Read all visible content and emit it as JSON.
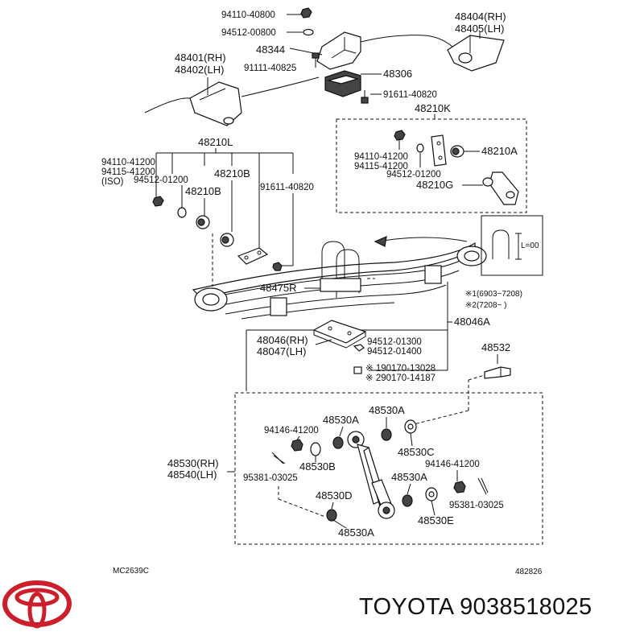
{
  "labels": {
    "p94110_40800": "94110-40800",
    "p94512_00800": "94512-00800",
    "p48404": "48404(RH)",
    "p48405": "48405(LH)",
    "p48344": "48344",
    "p48401": "48401(RH)",
    "p48402": "48402(LH)",
    "p91111_40825": "91111-40825",
    "p48306": "48306",
    "p91611_40820_top": "91611-40820",
    "p48210K": "48210K",
    "p94110_41200_k": "94110-41200",
    "p94115_41200_k": "94115-41200",
    "p48210A": "48210A",
    "p94512_01200_k": "94512-01200",
    "p48210G": "48210G",
    "p48210L": "48210L",
    "p94110_41200_l": "94110-41200",
    "p94115_41200_l": "94115-41200",
    "iso": "(ISO)",
    "p94512_01200_l": "94512-01200",
    "p48210B_1": "48210B",
    "p48210B_2": "48210B",
    "p91611_40820_l": "91611-40820",
    "l00": "L=00",
    "p48475R": "48475R",
    "note1": "※1(6903−7208)",
    "note2": "※2(7208−      )",
    "p48046A": "48046A",
    "p48046": "48046(RH)",
    "p48047": "48047(LH)",
    "p94512_01300": "94512-01300",
    "p94512_01400": "94512-01400",
    "p48532": "48532",
    "p190170": "※ 190170-13028",
    "p290170": "※ 290170-14187",
    "p48530A_1": "48530A",
    "p48530A_2": "48530A",
    "p94146_41200_1": "94146-41200",
    "p48530C": "48530C",
    "p48530B": "48530B",
    "p48530": "48530(RH)",
    "p48540": "48540(LH)",
    "p95381_03025_1": "95381-03025",
    "p48530A_3": "48530A",
    "p94146_41200_2": "94146-41200",
    "p48530D": "48530D",
    "p95381_03025_2": "95381-03025",
    "p48530E": "48530E",
    "p48530A_4": "48530A",
    "code_left": "MC2639C",
    "code_right": "482826"
  },
  "brand": {
    "text": "TOYOTA 9038518025",
    "color": "#cc1f2b"
  }
}
